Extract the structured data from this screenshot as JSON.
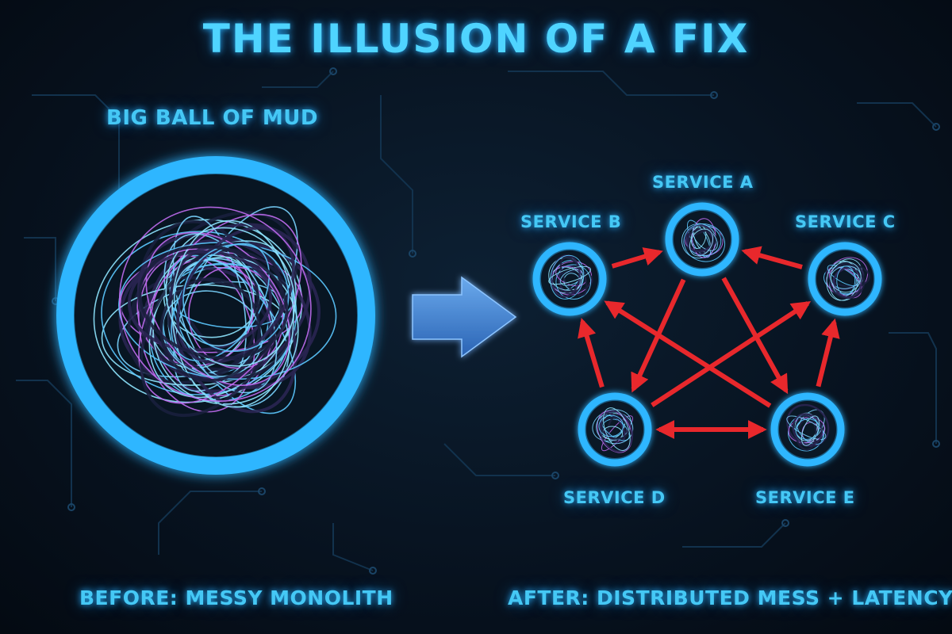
{
  "title": "THE ILLUSION OF A FIX",
  "left_panel": {
    "heading": "BIG BALL OF MUD",
    "caption": "BEFORE: MESSY MONOLITH"
  },
  "right_panel": {
    "caption": "AFTER: DISTRIBUTED MESS + LATENCY",
    "services": [
      {
        "id": "A",
        "label": "SERVICE A"
      },
      {
        "id": "B",
        "label": "SERVICE B"
      },
      {
        "id": "C",
        "label": "SERVICE C"
      },
      {
        "id": "D",
        "label": "SERVICE D"
      },
      {
        "id": "E",
        "label": "SERVICE E"
      }
    ],
    "connections": [
      {
        "from": "B",
        "to": "A"
      },
      {
        "from": "C",
        "to": "A"
      },
      {
        "from": "D",
        "to": "B"
      },
      {
        "from": "E",
        "to": "C"
      },
      {
        "from": "A",
        "to": "D"
      },
      {
        "from": "A",
        "to": "E"
      },
      {
        "from": "E",
        "to": "B"
      },
      {
        "from": "D",
        "to": "C"
      },
      {
        "from": "D",
        "to": "E",
        "bidirectional": true
      }
    ]
  },
  "colors": {
    "glow": "#2fb6ff",
    "text": "#45c8f5",
    "arrow": "#e8282c",
    "transition_arrow": "#3b82d6"
  }
}
